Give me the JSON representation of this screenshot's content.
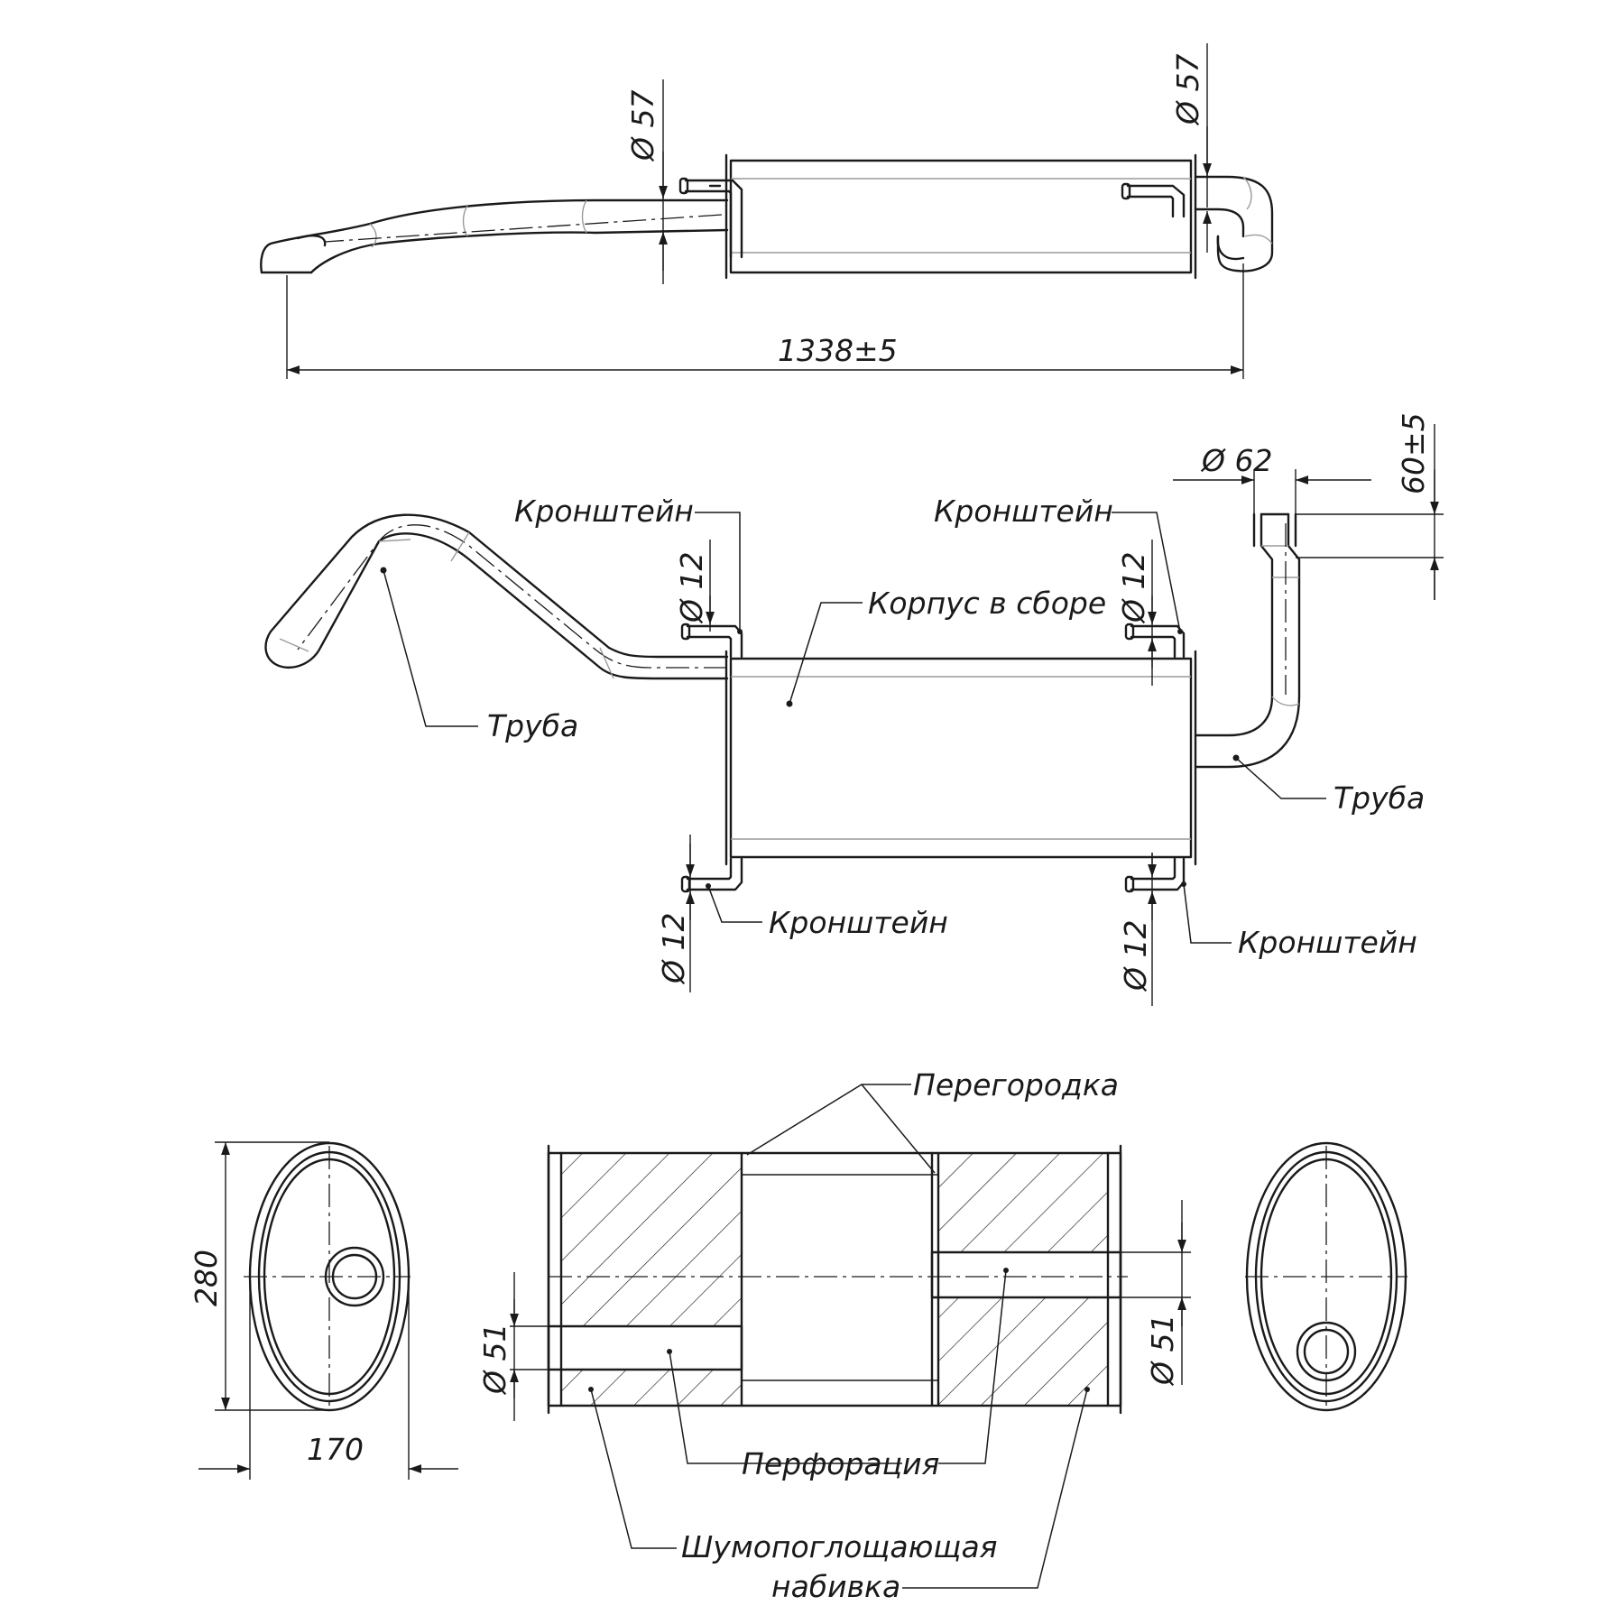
{
  "top_view": {
    "dim_inlet": "Ø 57",
    "dim_outlet": "Ø 57",
    "dim_length": "1338±5"
  },
  "middle_view": {
    "label_bracket_top_left": "Кронштейн",
    "label_bracket_top_right": "Кронштейн",
    "label_bracket_bottom_left": "Кронштейн",
    "label_bracket_bottom_right": "Кронштейн",
    "label_body": "Корпус в сборе",
    "label_pipe_left": "Труба",
    "label_pipe_right": "Труба",
    "dim_outlet_diameter": "Ø 62",
    "dim_outlet_length": "60±5",
    "dim_bracket_top_left": "Ø 12",
    "dim_bracket_top_right": "Ø 12",
    "dim_bracket_bottom_left": "Ø 12",
    "dim_bracket_bottom_right": "Ø 12"
  },
  "bottom_view": {
    "label_baffle": "Перегородка",
    "label_perforation": "Перфорация",
    "label_packing_line1": "Шумопоглощающая",
    "label_packing_line2": "набивка",
    "dim_height": "280",
    "dim_width": "170",
    "dim_pipe_left": "Ø 51",
    "dim_pipe_right": "Ø 51"
  }
}
